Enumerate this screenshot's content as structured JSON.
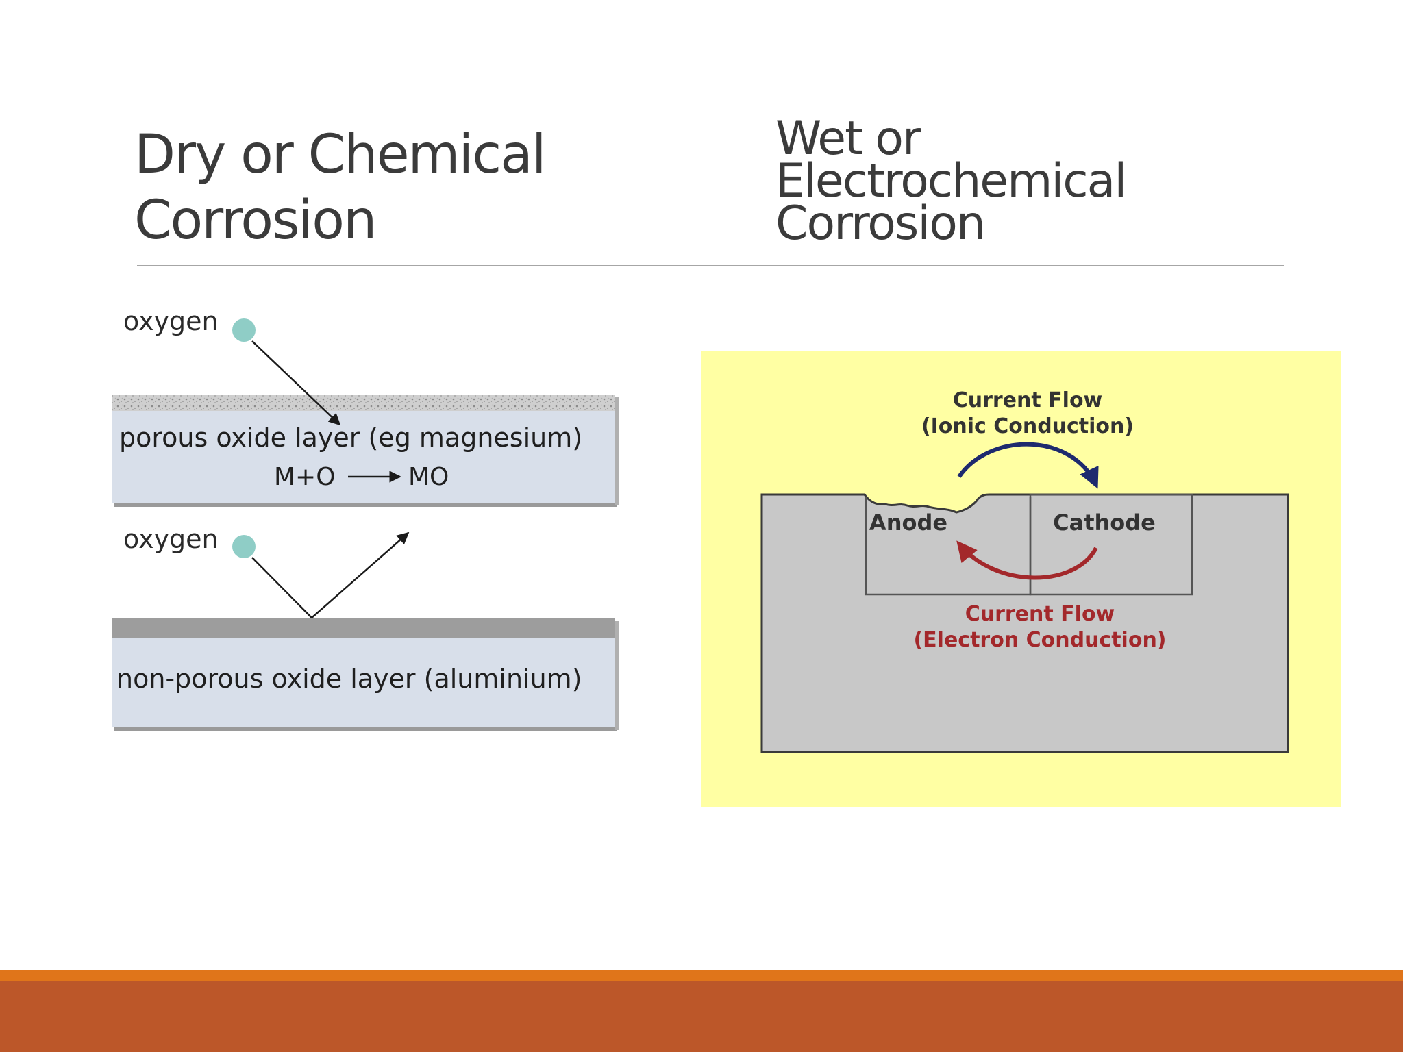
{
  "slide": {
    "left_title": {
      "line1": "Dry or Chemical",
      "line2": "Corrosion"
    },
    "right_title": {
      "line1": "Wet or",
      "line2": "Electrochemical",
      "line3": "Corrosion"
    }
  },
  "dry_diagram": {
    "oxygen_top": "oxygen",
    "porous_label": "porous oxide layer (eg magnesium)",
    "equation_left": "M+O",
    "equation_right": "MO",
    "oxygen_bottom": "oxygen",
    "nonporous_label": "non-porous oxide layer (aluminium)",
    "colors": {
      "oxygen": "#8fcdc6",
      "layer": "#d8dfea",
      "dense_layer": "#9d9d9d"
    }
  },
  "wet_diagram": {
    "ionic_line1": "Current Flow",
    "ionic_line2": "(Ionic Conduction)",
    "anode": "Anode",
    "cathode": "Cathode",
    "electron_line1": "Current Flow",
    "electron_line2": "(Electron Conduction)",
    "colors": {
      "background": "#ffffa3",
      "metal": "#c8c8c8",
      "ionic": "#1e2a6e",
      "electron": "#a3282b"
    }
  },
  "footer": {
    "accent_color": "#e0751a",
    "band_color": "#bc5729"
  }
}
